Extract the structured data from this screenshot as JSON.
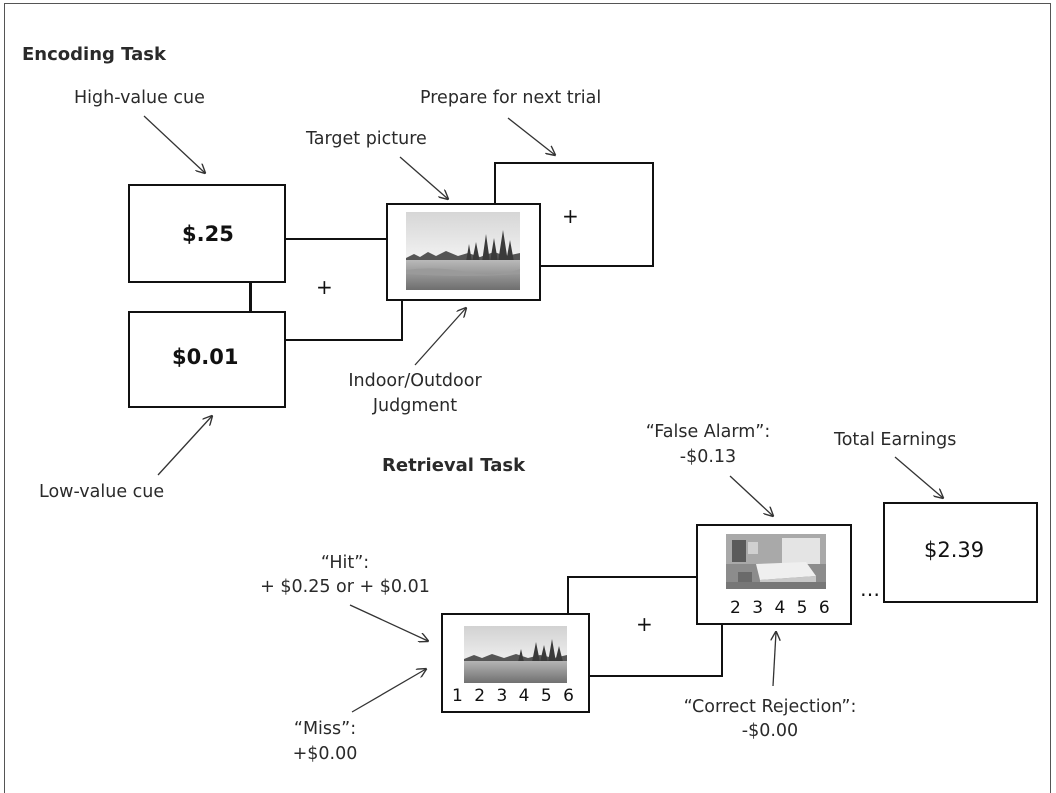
{
  "encoding": {
    "title": "Encoding Task",
    "high_cue_label": "High-value cue",
    "low_cue_label": "Low-value cue",
    "high_cue_value": "$.25",
    "low_cue_value": "$0.01",
    "fixation": "+",
    "target_label": "Target picture",
    "next_trial_label": "Prepare for next trial",
    "next_fixation": "+",
    "judgment_line1": "Indoor/Outdoor",
    "judgment_line2": "Judgment"
  },
  "retrieval": {
    "title": "Retrieval Task",
    "hit_line1": "“Hit”:",
    "hit_line2": "+ $0.25 or + $0.01",
    "miss_line1": "“Miss”:",
    "miss_line2": "+$0.00",
    "false_alarm_line1": "“False Alarm”:",
    "false_alarm_line2": "-$0.13",
    "correct_rejection_line1": "“Correct Rejection”:",
    "correct_rejection_line2": "-$0.00",
    "total_label": "Total Earnings",
    "total_value": "$2.39",
    "fixation": "+",
    "ellipsis": "…",
    "old_scale": "1 2 3 4 5 6",
    "new_scale": "2 3 4 5 6"
  }
}
